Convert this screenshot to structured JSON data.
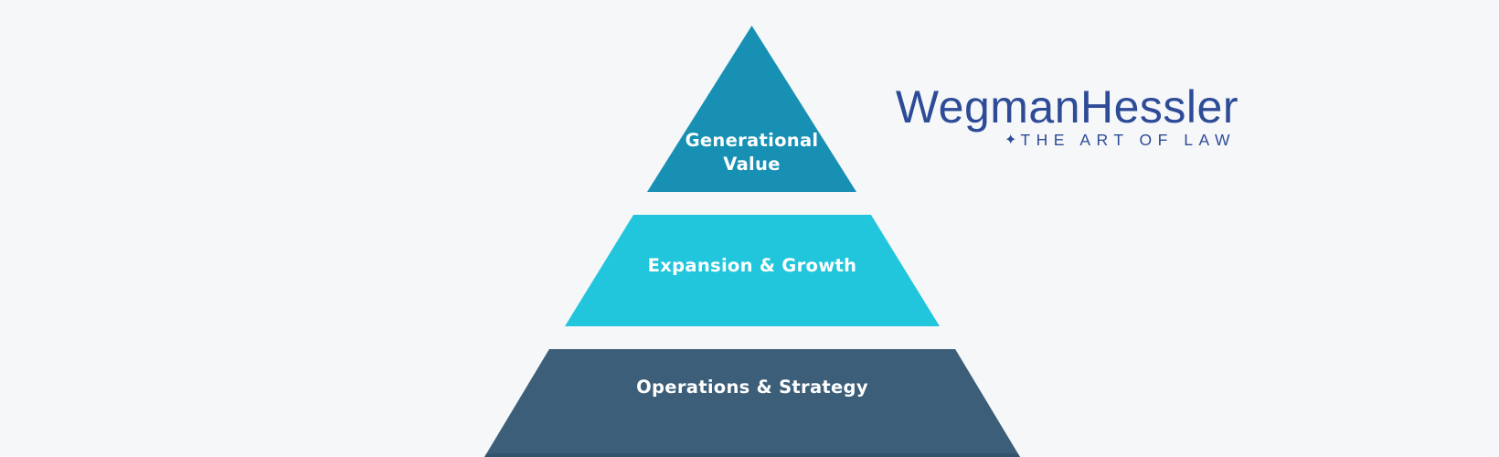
{
  "canvas": {
    "background": "#f5f7f9"
  },
  "pyramid": {
    "levels": [
      {
        "name": "generational-value",
        "full_label": "Generational Value",
        "label_line1": "Generational",
        "label_line2": "Value",
        "color": "#1790b4",
        "text_color": "#ffffff"
      },
      {
        "name": "expansion-growth",
        "label": "Expansion & Growth",
        "color": "#22c6dc",
        "text_color": "#ffffff"
      },
      {
        "name": "operations-strategy",
        "label": "Operations & Strategy",
        "color": "#3c5e78",
        "bottom_edge_color": "#33536c",
        "text_color": "#ffffff"
      }
    ]
  },
  "logo": {
    "wordmark": "WegmanHessler",
    "star": "✦",
    "tagline": "THE ART OF LAW",
    "color": "#2e4b97"
  }
}
